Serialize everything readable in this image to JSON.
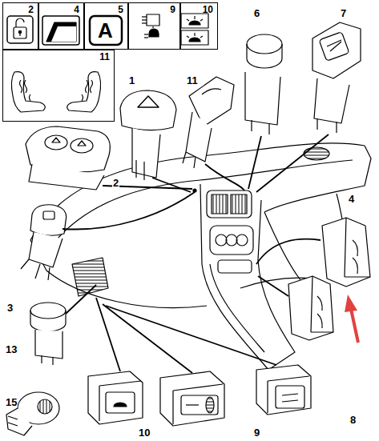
{
  "diagram": {
    "nodes": [
      {
        "text": [
          "2"
        ]
      },
      {
        "text": [
          "4"
        ]
      },
      {
        "text": [
          "5",
          "A"
        ]
      },
      {
        "text": [
          "9"
        ]
      },
      {
        "text": [
          "10"
        ]
      },
      {
        "text": [
          "11"
        ]
      }
    ],
    "labels": [
      "6",
      "7",
      "1",
      "11",
      "2",
      "4",
      "3",
      "13",
      "15",
      "10",
      "9",
      "8"
    ]
  }
}
